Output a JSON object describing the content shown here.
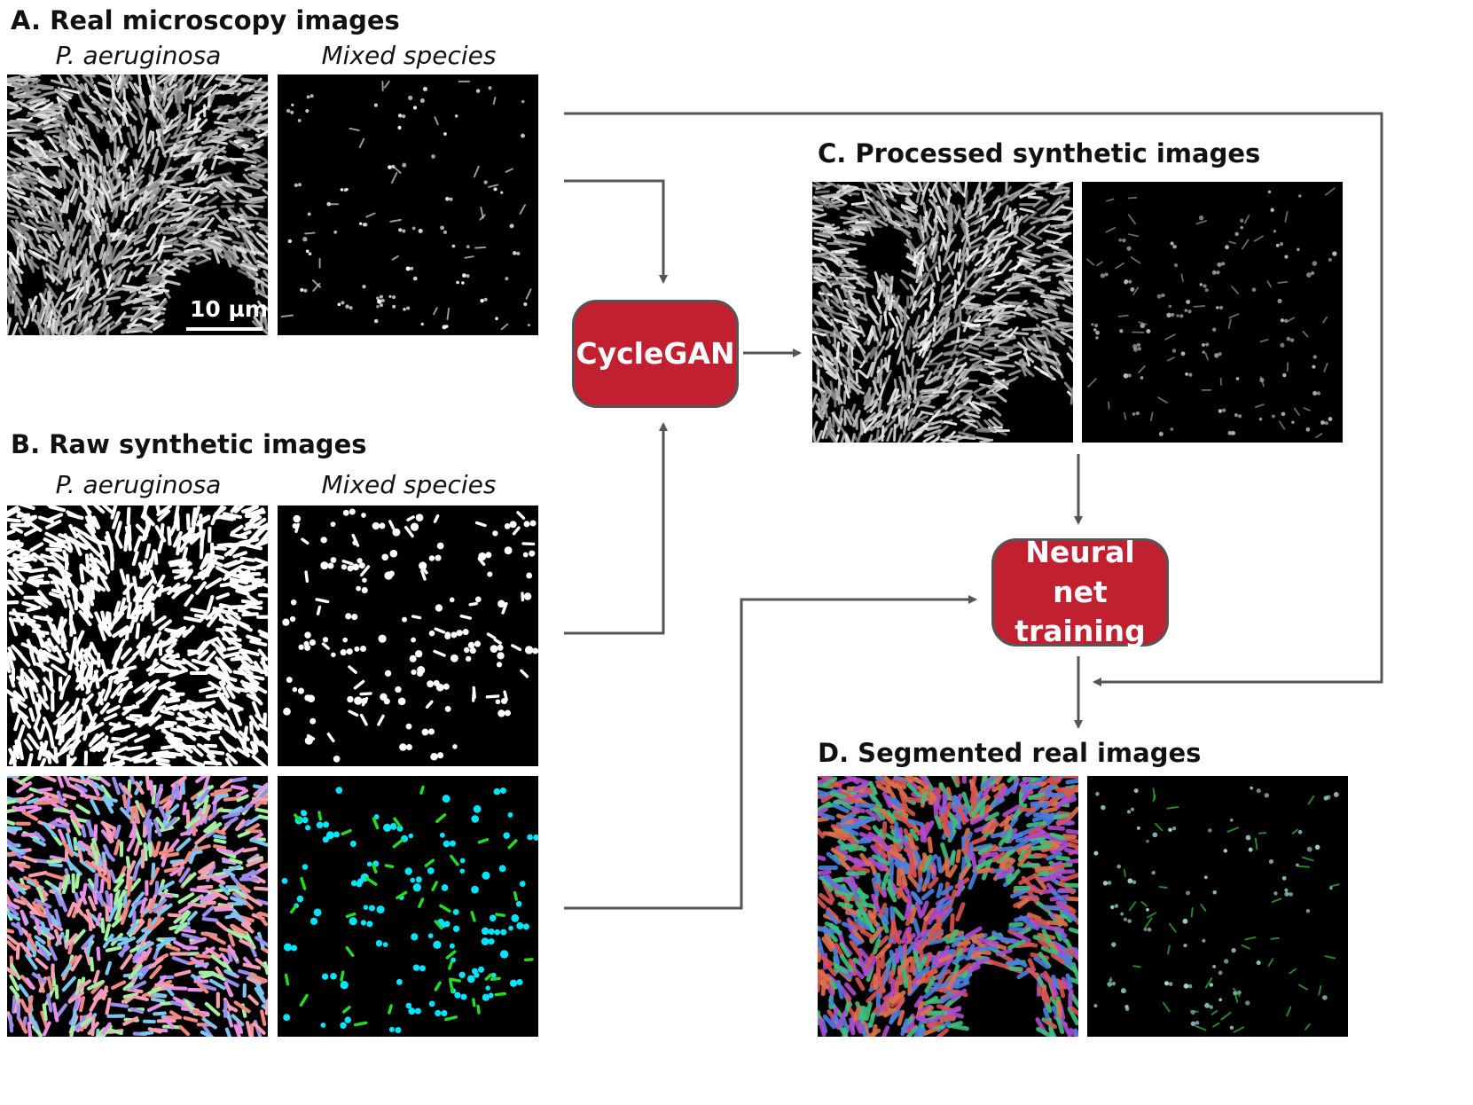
{
  "section_a": {
    "title": "A. Real microscopy images",
    "left_caption": "P. aeruginosa",
    "right_caption": "Mixed species",
    "scale_bar": "10 µm"
  },
  "section_b": {
    "title": "B. Raw synthetic images",
    "left_caption": "P. aeruginosa",
    "right_caption": "Mixed species"
  },
  "section_c": {
    "title": "C. Processed synthetic images"
  },
  "section_d": {
    "title": "D. Segmented real images"
  },
  "nodes": {
    "cyclegan": "CycleGAN",
    "neural_net": "Neural net\ntraining"
  },
  "colors": {
    "node_fill": "#c0202f",
    "node_border": "#555555",
    "arrow": "#555555",
    "mask_palette_rods": [
      "#f08a80",
      "#9b8cf0",
      "#7ac8f0",
      "#a3f0a0",
      "#e890e8",
      "#f5a0b0"
    ],
    "mask_cocci": "#00e5ff",
    "mask_rods_mixed": "#22dd22"
  }
}
